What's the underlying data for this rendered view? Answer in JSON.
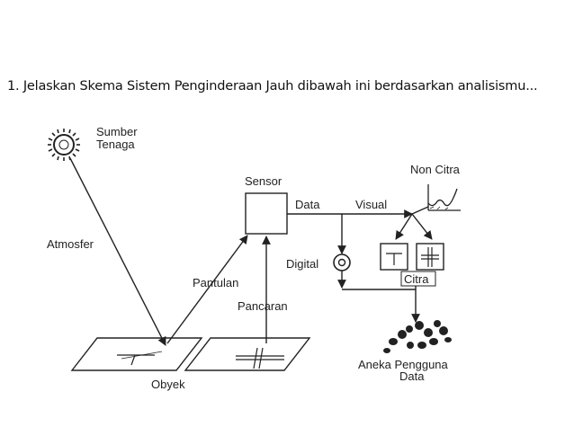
{
  "question": "1. Jelaskan Skema Sistem Penginderaan Jauh dibawah ini berdasarkan analisismu...",
  "labels": {
    "sumber_line1": "Sumber",
    "sumber_line2": "Tenaga",
    "atmosfer": "Atmosfer",
    "sensor": "Sensor",
    "data": "Data",
    "visual": "Visual",
    "non_citra": "Non Citra",
    "digital": "Digital",
    "citra": "Citra",
    "pantulan": "Pantulan",
    "pancaran": "Pancaran",
    "obyek": "Obyek",
    "pengguna_line1": "Aneka Pengguna",
    "pengguna_line2": "Data"
  },
  "colors": {
    "ink": "#222222",
    "background": "#ffffff"
  }
}
